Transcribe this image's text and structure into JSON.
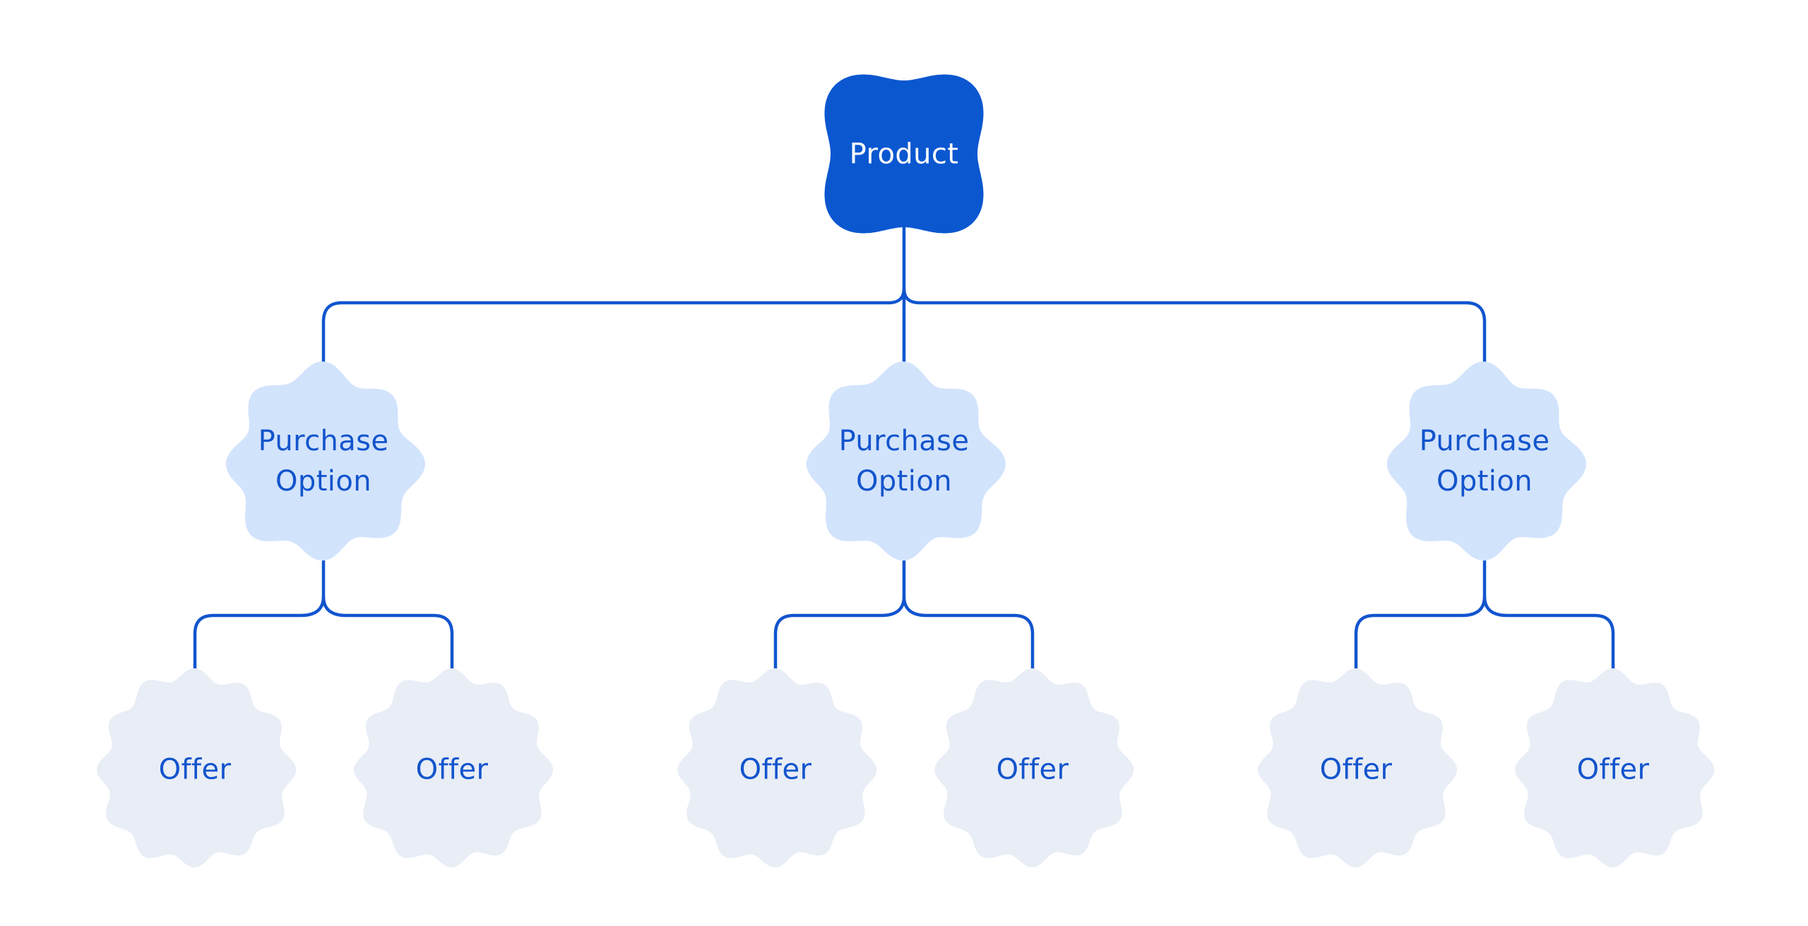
{
  "palette": {
    "background": "#FFFFFF",
    "product_fill": "#0B57D0",
    "product_text": "#FFFFFF",
    "purchase_fill": "#D2E3FC",
    "offer_fill": "#E8EDF6",
    "node_text": "#1254CC",
    "connector": "#1155CF"
  },
  "diagram": {
    "type": "tree",
    "product": {
      "label": "Product"
    },
    "purchase_options": [
      {
        "label": "Purchase Option",
        "offers": [
          {
            "label": "Offer"
          },
          {
            "label": "Offer"
          }
        ]
      },
      {
        "label": "Purchase Option",
        "offers": [
          {
            "label": "Offer"
          },
          {
            "label": "Offer"
          }
        ]
      },
      {
        "label": "Purchase Option",
        "offers": [
          {
            "label": "Offer"
          },
          {
            "label": "Offer"
          }
        ]
      }
    ]
  }
}
